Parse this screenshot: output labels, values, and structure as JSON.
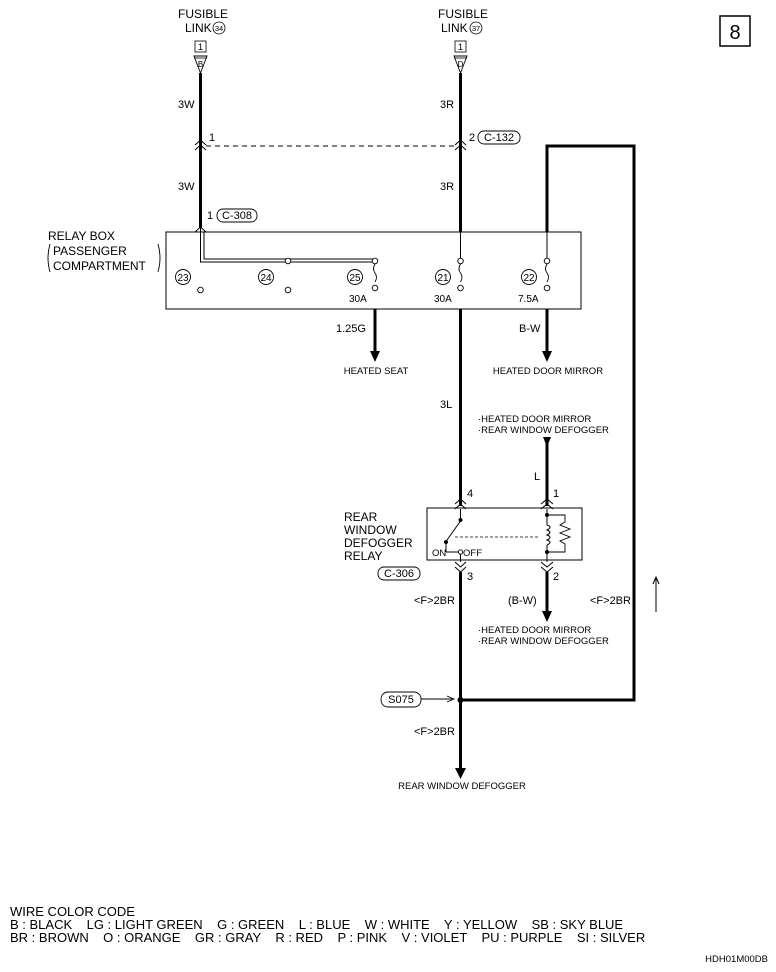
{
  "page_number": "8",
  "fusible_link_a": {
    "title": "FUSIBLE",
    "title2": "LINK",
    "num": "34",
    "box": "1",
    "pin": "B"
  },
  "fusible_link_b": {
    "title": "FUSIBLE",
    "title2": "LINK",
    "num": "37",
    "box": "1",
    "pin": "D"
  },
  "wires": {
    "w1_top": "3W",
    "w1_mid": "3W",
    "w2_top": "3R",
    "w2_mid": "3R",
    "heated_seat_wire": "1.25G",
    "mirror_wire": "B-W",
    "relay_in_wire": "3L",
    "relay_out_wire": "<F>2BR",
    "relay_pin2_wire": "(B-W)",
    "right_loop_wire": "<F>2BR",
    "bottom_wire": "<F>2BR",
    "relay_coil_wire": "L"
  },
  "connector_c132": {
    "pin1": "1",
    "pin2": "2",
    "id": "C-132"
  },
  "connector_c308": {
    "pin": "1",
    "id": "C-308"
  },
  "relay_box": {
    "label1": "RELAY BOX",
    "label2": "PASSENGER",
    "label3": "COMPARTMENT",
    "fuses": [
      {
        "num": "23",
        "amp": ""
      },
      {
        "num": "24",
        "amp": ""
      },
      {
        "num": "25",
        "amp": "30A"
      },
      {
        "num": "21",
        "amp": "30A"
      },
      {
        "num": "22",
        "amp": "7.5A"
      }
    ]
  },
  "destinations": {
    "heated_seat": "HEATED SEAT",
    "heated_mirror": "HEATED DOOR MIRROR",
    "multi1_line1": "·HEATED DOOR MIRROR",
    "multi1_line2": "·REAR WINDOW DEFOGGER",
    "multi2_line1": "·HEATED DOOR MIRROR",
    "multi2_line2": "·REAR WINDOW DEFOGGER",
    "rear_defogger": "REAR WINDOW DEFOGGER"
  },
  "relay": {
    "label1": "REAR",
    "label2": "WINDOW",
    "label3": "DEFOGGER",
    "label4": "RELAY",
    "connector": "C-306",
    "pin4": "4",
    "pin1": "1",
    "pin3": "3",
    "pin2": "2",
    "on": "ON",
    "off": "OFF"
  },
  "splice": "S075",
  "color_code": {
    "title": "WIRE COLOR CODE",
    "line1": "B : BLACK    LG : LIGHT GREEN    G : GREEN    L : BLUE    W : WHITE    Y : YELLOW    SB : SKY BLUE",
    "line2": "BR : BROWN    O : ORANGE    GR : GRAY    R : RED    P : PINK    V : VIOLET    PU : PURPLE    SI : SILVER"
  },
  "doc_code": "HDH01M00DB"
}
